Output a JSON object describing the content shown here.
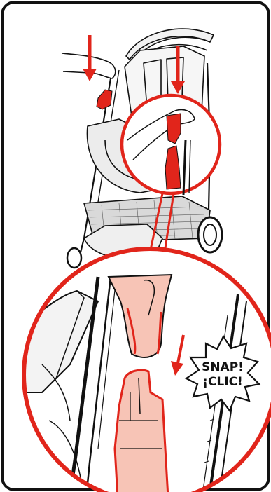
{
  "instruction_panel": {
    "callout": {
      "line1": "SNAP!",
      "line2": "¡CLIC!"
    }
  },
  "colors": {
    "accent_red": "#e1251b",
    "part_fill": "#f7c4b6",
    "outline": "#111111",
    "background": "#ffffff"
  },
  "icons": {
    "press_arrows": "down-arrow-icon",
    "magnifier": "zoom-circle",
    "callout_shape": "starburst"
  }
}
